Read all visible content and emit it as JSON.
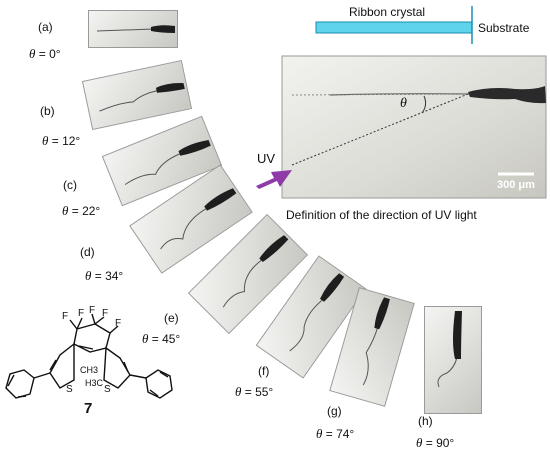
{
  "figure": {
    "ribbon_label": "Ribbon crystal",
    "substrate_label": "Substrate",
    "uv_label": "UV",
    "angle_symbol": "θ",
    "scale_bar": "300 μm",
    "caption": "Definition of the direction of UV light",
    "compound_number": "7",
    "panels": [
      {
        "letter": "(a)",
        "theta_value": " = 0°"
      },
      {
        "letter": "(b)",
        "theta_value": " = 12°"
      },
      {
        "letter": "(c)",
        "theta_value": " = 22°"
      },
      {
        "letter": "(d)",
        "theta_value": " = 34°"
      },
      {
        "letter": "(e)",
        "theta_value": " = 45°"
      },
      {
        "letter": "(f)",
        "theta_value": " = 55°"
      },
      {
        "letter": "(g)",
        "theta_value": " = 74°"
      },
      {
        "letter": "(h)",
        "theta_value": " = 90°"
      }
    ],
    "chem_atoms": {
      "F": "F",
      "S": "S",
      "CH3": "CH3",
      "H3C": "H3C"
    },
    "colors": {
      "ribbon": "#5fd3ea",
      "uv_arrow": "#8e3aa8",
      "background": "#ffffff"
    }
  }
}
